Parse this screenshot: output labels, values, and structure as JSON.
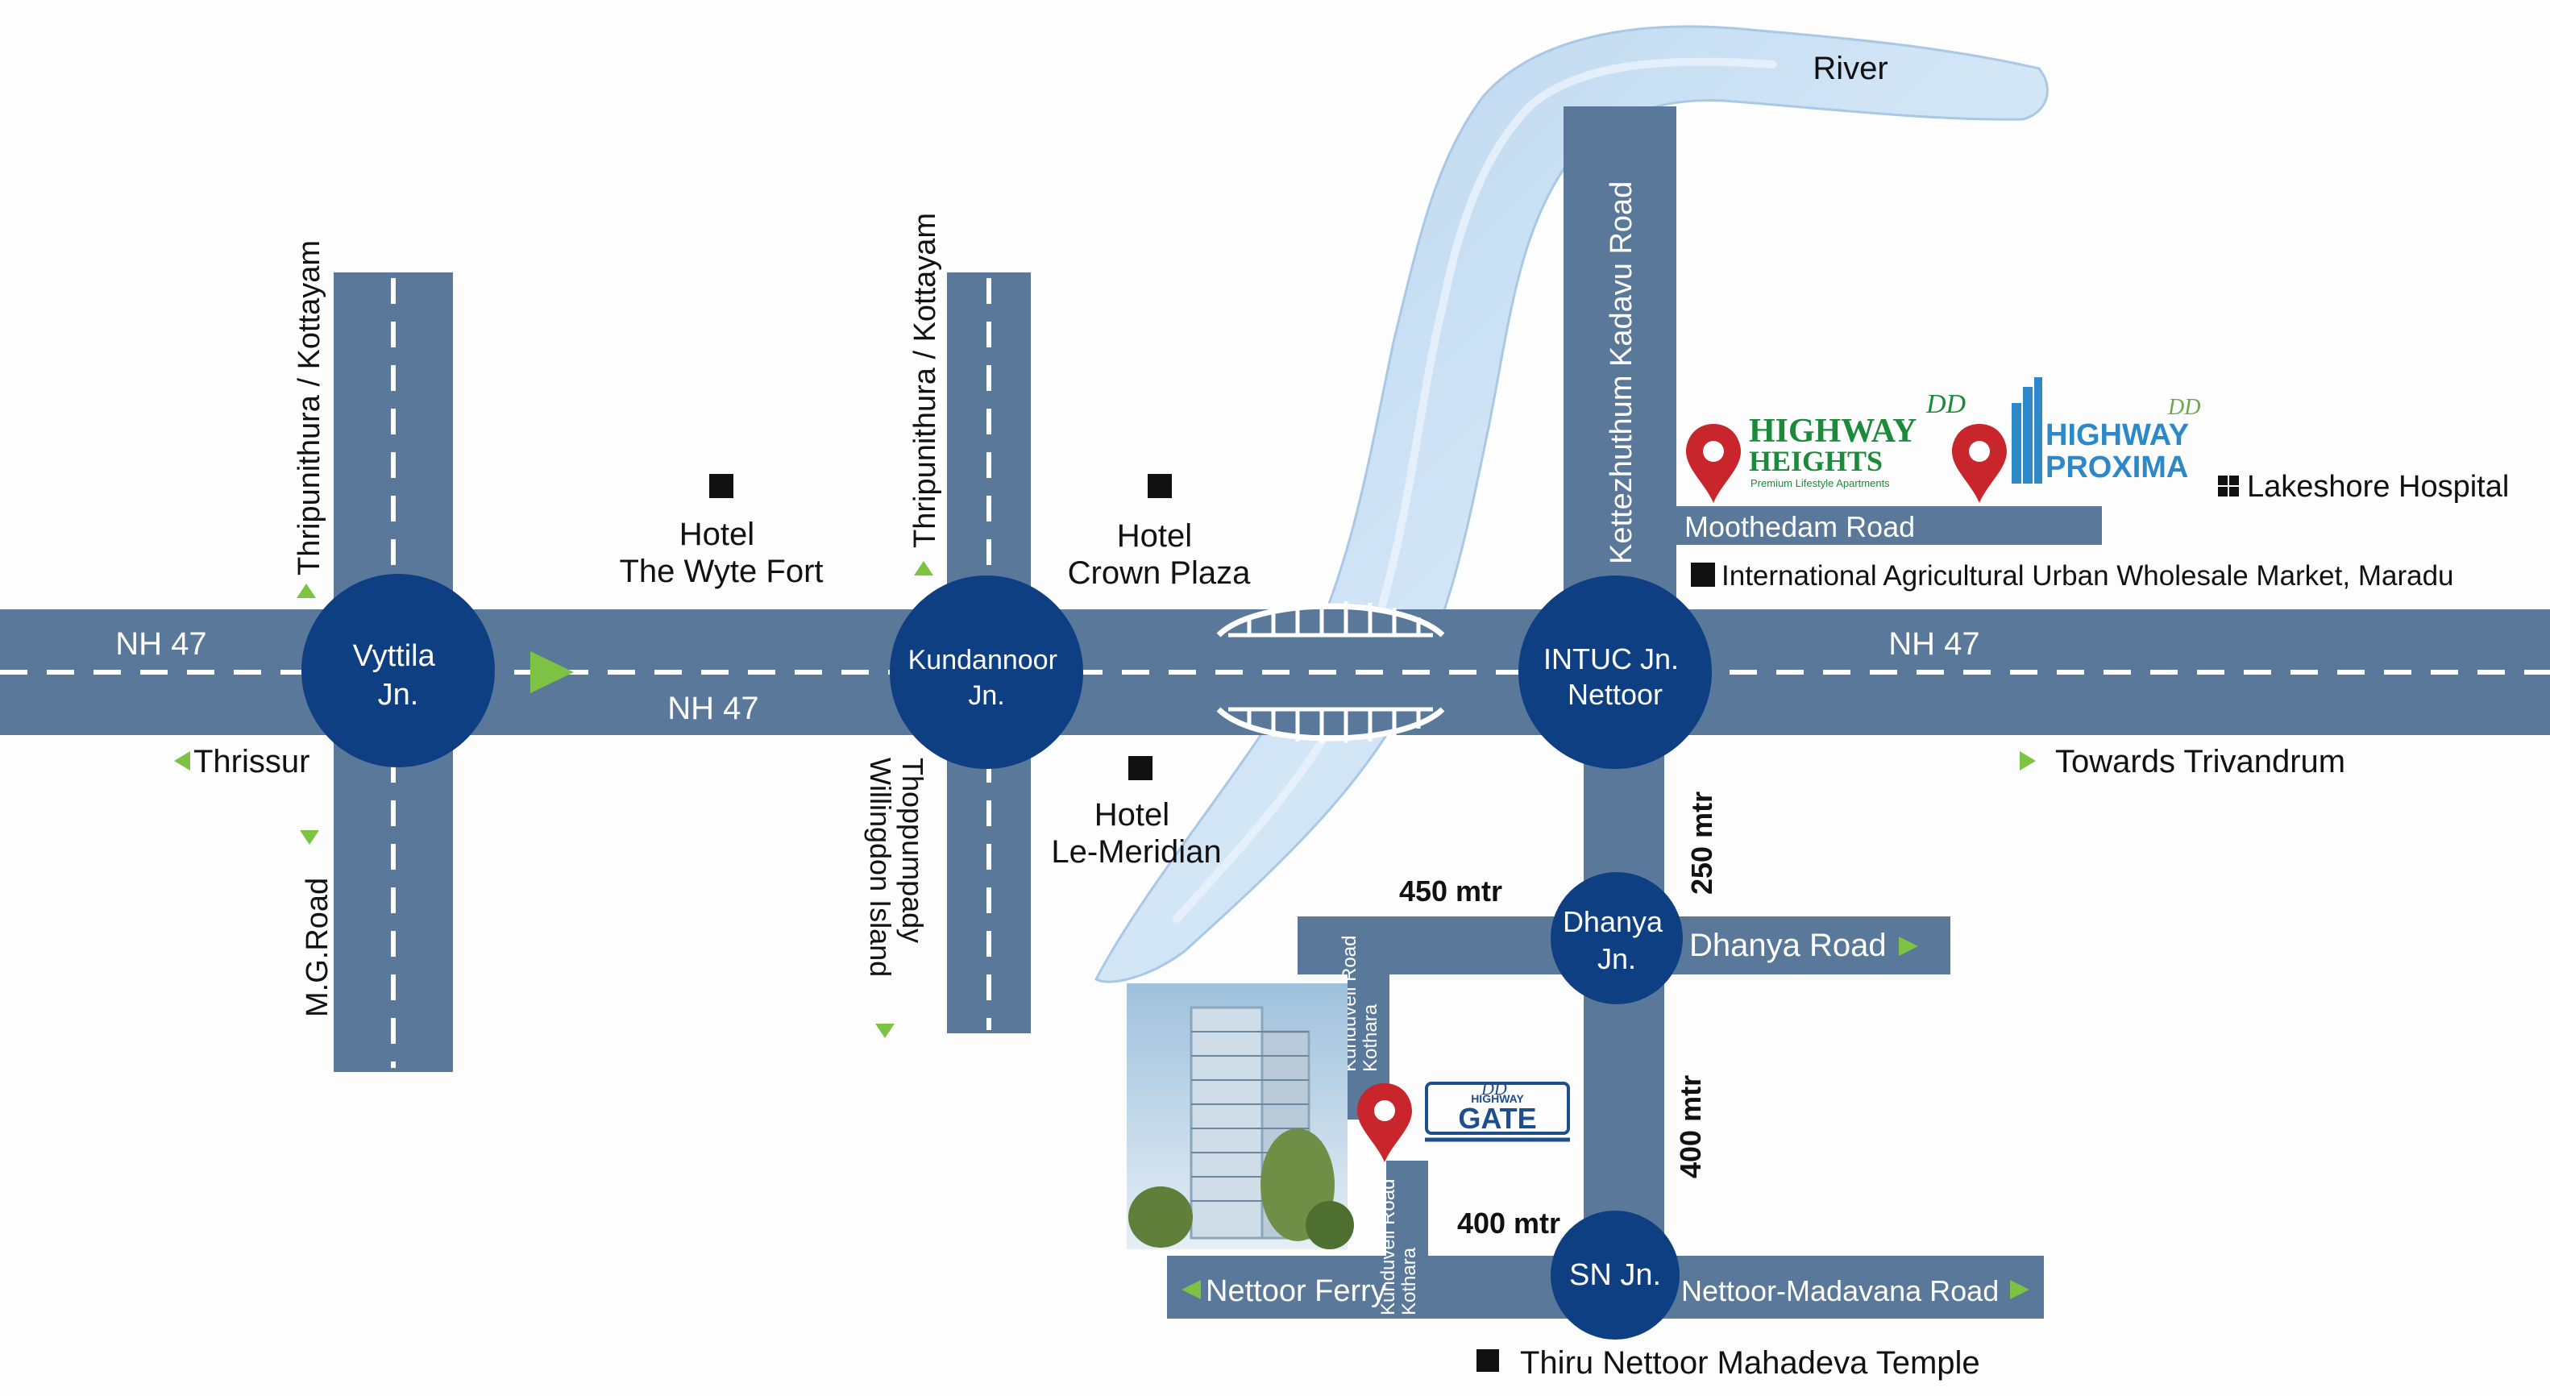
{
  "colors": {
    "road": "#5a7899",
    "road_line": "#ffffff",
    "junction": "#0f3f83",
    "river": "#c5dcf1",
    "river_highlight": "#eaf3fb",
    "pin": "#c8262c",
    "arrow": "#7dc242",
    "heights_green": "#1b8a3a",
    "proxima_blue": "#2d88c8",
    "gate_blue": "#1d4f8f",
    "background": "#fdfdfd"
  },
  "river_label": "River",
  "roads": {
    "nh47_left": "NH 47",
    "nh47_mid": "NH 47",
    "nh47_right": "NH 47",
    "thripunithura_1": "Thripunithura / Kottayam",
    "thripunithura_2": "Thripunithura / Kottayam",
    "kettezhuthum": "Kettezhuthum Kadavu Road",
    "moothedam": "Moothedam Road",
    "dhanya_road": "Dhanya Road",
    "nettoor_ferry": "Nettoor Ferry",
    "nettoor_madavana": "Nettoor-Madavana Road",
    "kothara_1": [
      "Kothara",
      "Kunduveli Road"
    ],
    "kothara_2": [
      "Kothara",
      "Kunduveli Road"
    ],
    "mg_road": "M.G.Road",
    "thrissur": "Thrissur",
    "thoppumpady": [
      "Thoppumpady",
      "Willingdon Island"
    ],
    "towards_trivandrum": "Towards Trivandrum"
  },
  "junctions": {
    "vyttila": [
      "Vyttila",
      "Jn."
    ],
    "kundannoor": [
      "Kundannoor",
      "Jn."
    ],
    "intuc": [
      "INTUC Jn.",
      "Nettoor"
    ],
    "dhanya": [
      "Dhanya",
      "Jn."
    ],
    "sn": "SN Jn."
  },
  "landmarks": {
    "wyte_fort": [
      "Hotel",
      "The Wyte Fort"
    ],
    "crown_plaza": [
      "Hotel",
      "Crown Plaza"
    ],
    "le_meridian": [
      "Hotel",
      "Le-Meridian"
    ],
    "lakeshore": "Lakeshore Hospital",
    "market": "International Agricultural Urban Wholesale Market, Maradu",
    "temple": "Thiru Nettoor Mahadeva Temple"
  },
  "distances": {
    "d450": "450 mtr",
    "d250": "250 mtr",
    "d400v": "400 mtr",
    "d400h": "400 mtr"
  },
  "logos": {
    "heights": {
      "mark": "DD",
      "line1": "HIGHWAY",
      "line2": "HEIGHTS",
      "tagline": "Premium Lifestyle Apartments"
    },
    "proxima": {
      "mark": "DD",
      "line1": "HIGHWAY",
      "line2": "PROXIMA"
    },
    "gate": {
      "mark": "DD",
      "line1": "HIGHWAY",
      "line2": "GATE"
    }
  }
}
